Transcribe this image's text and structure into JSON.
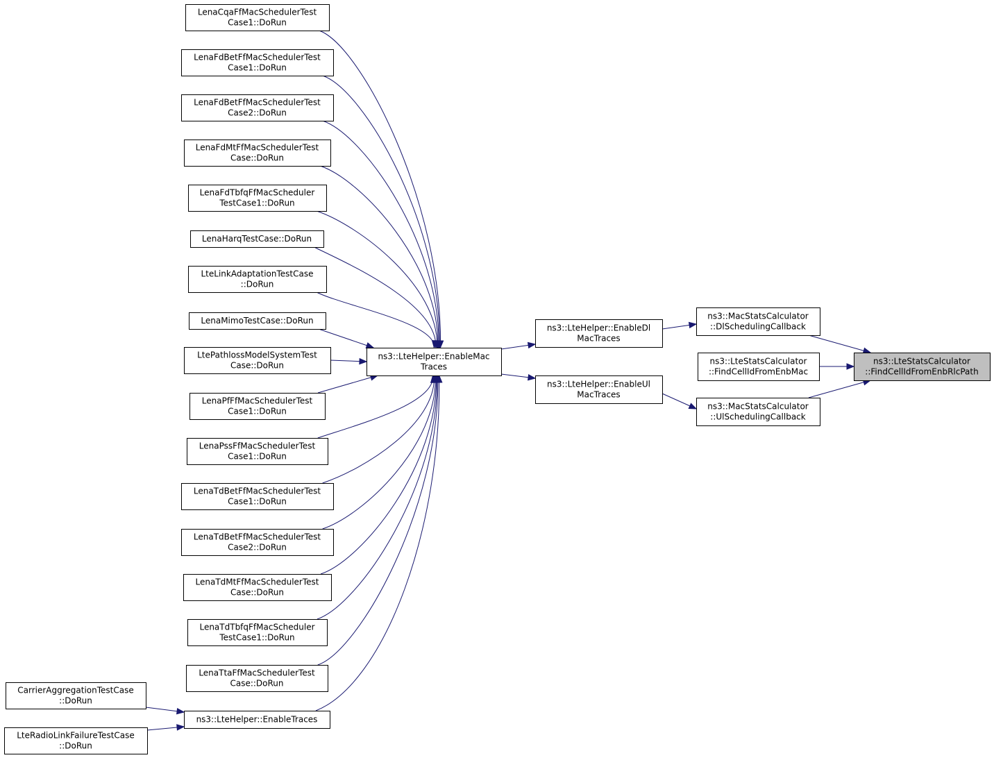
{
  "graph": {
    "focus_node": "n_find_rlc",
    "nodes": [
      {
        "id": "n_cqa",
        "lines": [
          "LenaCqaFfMacSchedulerTest",
          "Case1::DoRun"
        ]
      },
      {
        "id": "n_fdbet1",
        "lines": [
          "LenaFdBetFfMacSchedulerTest",
          "Case1::DoRun"
        ]
      },
      {
        "id": "n_fdbet2",
        "lines": [
          "LenaFdBetFfMacSchedulerTest",
          "Case2::DoRun"
        ]
      },
      {
        "id": "n_fdmt",
        "lines": [
          "LenaFdMtFfMacSchedulerTest",
          "Case::DoRun"
        ]
      },
      {
        "id": "n_fdtbfq",
        "lines": [
          "LenaFdTbfqFfMacScheduler",
          "TestCase1::DoRun"
        ]
      },
      {
        "id": "n_harq",
        "lines": [
          "LenaHarqTestCase::DoRun"
        ]
      },
      {
        "id": "n_linkadapt",
        "lines": [
          "LteLinkAdaptationTestCase",
          "::DoRun"
        ]
      },
      {
        "id": "n_mimo",
        "lines": [
          "LenaMimoTestCase::DoRun"
        ]
      },
      {
        "id": "n_pathloss",
        "lines": [
          "LtePathlossModelSystemTest",
          "Case::DoRun"
        ]
      },
      {
        "id": "n_pf",
        "lines": [
          "LenaPfFfMacSchedulerTest",
          "Case1::DoRun"
        ]
      },
      {
        "id": "n_pss",
        "lines": [
          "LenaPssFfMacSchedulerTest",
          "Case1::DoRun"
        ]
      },
      {
        "id": "n_tdbet1",
        "lines": [
          "LenaTdBetFfMacSchedulerTest",
          "Case1::DoRun"
        ]
      },
      {
        "id": "n_tdbet2",
        "lines": [
          "LenaTdBetFfMacSchedulerTest",
          "Case2::DoRun"
        ]
      },
      {
        "id": "n_tdmt",
        "lines": [
          "LenaTdMtFfMacSchedulerTest",
          "Case::DoRun"
        ]
      },
      {
        "id": "n_tdtbfq",
        "lines": [
          "LenaTdTbfqFfMacScheduler",
          "TestCase1::DoRun"
        ]
      },
      {
        "id": "n_tta",
        "lines": [
          "LenaTtaFfMacSchedulerTest",
          "Case::DoRun"
        ]
      },
      {
        "id": "n_carrier",
        "lines": [
          "CarrierAggregationTestCase",
          "::DoRun"
        ]
      },
      {
        "id": "n_rlf",
        "lines": [
          "LteRadioLinkFailureTestCase",
          "::DoRun"
        ]
      },
      {
        "id": "n_enabletraces",
        "lines": [
          "ns3::LteHelper::EnableTraces"
        ]
      },
      {
        "id": "n_enablemac",
        "lines": [
          "ns3::LteHelper::EnableMac",
          "Traces"
        ]
      },
      {
        "id": "n_enabledl",
        "lines": [
          "ns3::LteHelper::EnableDl",
          "MacTraces"
        ]
      },
      {
        "id": "n_enableul",
        "lines": [
          "ns3::LteHelper::EnableUl",
          "MacTraces"
        ]
      },
      {
        "id": "n_dlsched",
        "lines": [
          "ns3::MacStatsCalculator",
          "::DlSchedulingCallback"
        ]
      },
      {
        "id": "n_findenbmac",
        "lines": [
          "ns3::LteStatsCalculator",
          "::FindCellIdFromEnbMac"
        ]
      },
      {
        "id": "n_ulsched",
        "lines": [
          "ns3::MacStatsCalculator",
          "::UlSchedulingCallback"
        ]
      },
      {
        "id": "n_find_rlc",
        "lines": [
          "ns3::LteStatsCalculator",
          "::FindCellIdFromEnbRlcPath"
        ]
      }
    ],
    "edges": [
      {
        "from": "n_cqa",
        "to": "n_enablemac"
      },
      {
        "from": "n_fdbet1",
        "to": "n_enablemac"
      },
      {
        "from": "n_fdbet2",
        "to": "n_enablemac"
      },
      {
        "from": "n_fdmt",
        "to": "n_enablemac"
      },
      {
        "from": "n_fdtbfq",
        "to": "n_enablemac"
      },
      {
        "from": "n_harq",
        "to": "n_enablemac"
      },
      {
        "from": "n_linkadapt",
        "to": "n_enablemac"
      },
      {
        "from": "n_mimo",
        "to": "n_enablemac"
      },
      {
        "from": "n_pathloss",
        "to": "n_enablemac"
      },
      {
        "from": "n_pf",
        "to": "n_enablemac"
      },
      {
        "from": "n_pss",
        "to": "n_enablemac"
      },
      {
        "from": "n_tdbet1",
        "to": "n_enablemac"
      },
      {
        "from": "n_tdbet2",
        "to": "n_enablemac"
      },
      {
        "from": "n_tdmt",
        "to": "n_enablemac"
      },
      {
        "from": "n_tdtbfq",
        "to": "n_enablemac"
      },
      {
        "from": "n_tta",
        "to": "n_enablemac"
      },
      {
        "from": "n_enabletraces",
        "to": "n_enablemac"
      },
      {
        "from": "n_carrier",
        "to": "n_enabletraces"
      },
      {
        "from": "n_rlf",
        "to": "n_enabletraces"
      },
      {
        "from": "n_enablemac",
        "to": "n_enabledl"
      },
      {
        "from": "n_enablemac",
        "to": "n_enableul"
      },
      {
        "from": "n_enabledl",
        "to": "n_dlsched"
      },
      {
        "from": "n_enableul",
        "to": "n_ulsched"
      },
      {
        "from": "n_dlsched",
        "to": "n_find_rlc"
      },
      {
        "from": "n_findenbmac",
        "to": "n_find_rlc"
      },
      {
        "from": "n_ulsched",
        "to": "n_find_rlc"
      }
    ],
    "colors": {
      "edge": "#191970",
      "focus_fill": "#bfbfbf",
      "node_fill": "#ffffff",
      "node_border": "#000000"
    }
  }
}
